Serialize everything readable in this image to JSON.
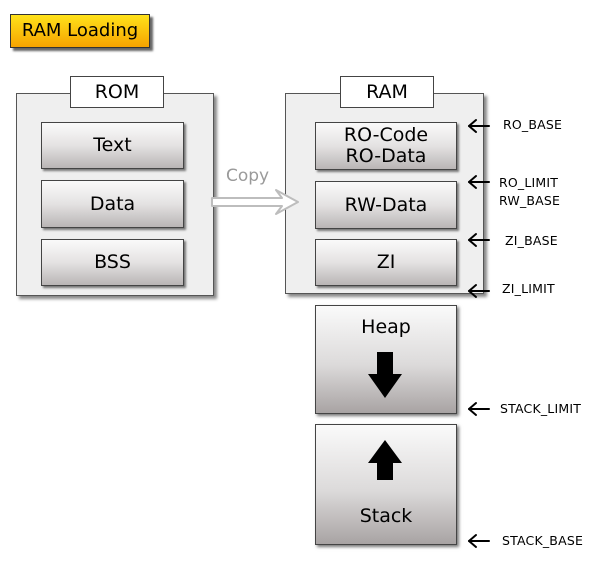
{
  "title": "RAM Loading",
  "rom": {
    "label": "ROM",
    "sections": [
      "Text",
      "Data",
      "BSS"
    ]
  },
  "ram": {
    "label": "RAM",
    "ro_code": "RO-Code",
    "ro_data": "RO-Data",
    "rw_data": "RW-Data",
    "zi": "ZI"
  },
  "copy_label": "Copy",
  "heap_label": "Heap",
  "stack_label": "Stack",
  "symbols": {
    "ro_base": "RO_BASE",
    "ro_limit": "RO_LIMIT",
    "rw_base": "RW_BASE",
    "zi_base": "ZI_BASE",
    "zi_limit": "ZI_LIMIT",
    "stack_limit": "STACK_LIMIT",
    "stack_base": "STACK_BASE"
  },
  "colors": {
    "title_top": "#ffe21a",
    "title_bottom": "#f6a300",
    "copy_arrow": "#c8c8c8",
    "text_gray": "#9a9a9a"
  }
}
